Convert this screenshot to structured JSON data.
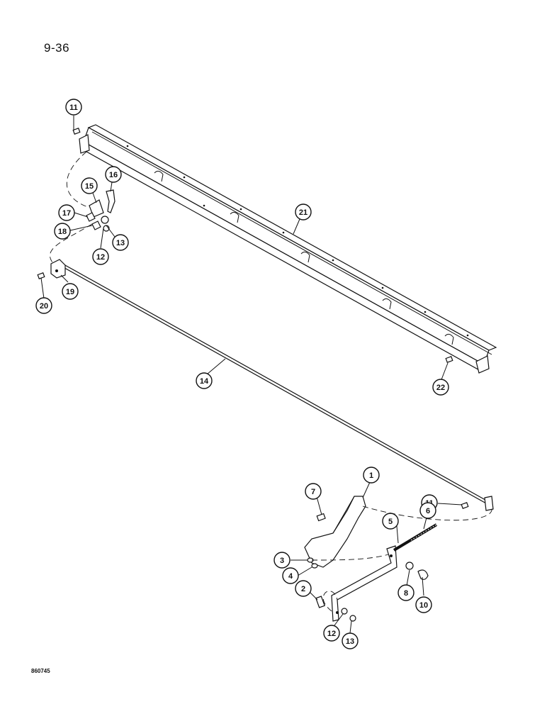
{
  "page": {
    "number": "9-36",
    "figure_code": "860745"
  },
  "callouts": [
    {
      "id": "c11a",
      "label": "11"
    },
    {
      "id": "c16",
      "label": "16"
    },
    {
      "id": "c15",
      "label": "15"
    },
    {
      "id": "c17",
      "label": "17"
    },
    {
      "id": "c18",
      "label": "18"
    },
    {
      "id": "c12a",
      "label": "12"
    },
    {
      "id": "c13a",
      "label": "13"
    },
    {
      "id": "c21",
      "label": "21"
    },
    {
      "id": "c19",
      "label": "19"
    },
    {
      "id": "c20",
      "label": "20"
    },
    {
      "id": "c14",
      "label": "14"
    },
    {
      "id": "c22",
      "label": "22"
    },
    {
      "id": "c1",
      "label": "1"
    },
    {
      "id": "c7",
      "label": "7"
    },
    {
      "id": "c11b",
      "label": "11"
    },
    {
      "id": "c6",
      "label": "6"
    },
    {
      "id": "c5",
      "label": "5"
    },
    {
      "id": "c3",
      "label": "3"
    },
    {
      "id": "c4",
      "label": "4"
    },
    {
      "id": "c2",
      "label": "2"
    },
    {
      "id": "c8",
      "label": "8"
    },
    {
      "id": "c10",
      "label": "10"
    },
    {
      "id": "c12b",
      "label": "12"
    },
    {
      "id": "c13b",
      "label": "13"
    }
  ]
}
